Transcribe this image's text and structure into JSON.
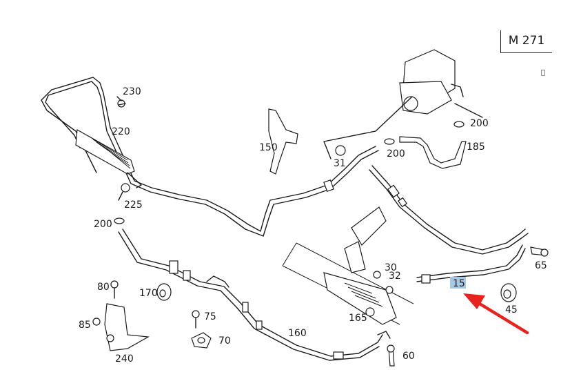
{
  "engine_code": "M 271",
  "part_labels": {
    "p230": "230",
    "p220": "220",
    "p225": "225",
    "p200a": "200",
    "p150": "150",
    "p31": "31",
    "p200b": "200",
    "p200c": "200",
    "p185": "185",
    "p80": "80",
    "p170": "170",
    "p85": "85",
    "p240": "240",
    "p75": "75",
    "p70": "70",
    "p160": "160",
    "p30": "30",
    "p32": "32",
    "p165": "165",
    "p60": "60",
    "p15": "15",
    "p65": "65",
    "p45": "45"
  },
  "highlight": {
    "label": "15",
    "color": "#a6c8e4",
    "arrow_color": "#e8231e"
  },
  "marker": "\u0000"
}
